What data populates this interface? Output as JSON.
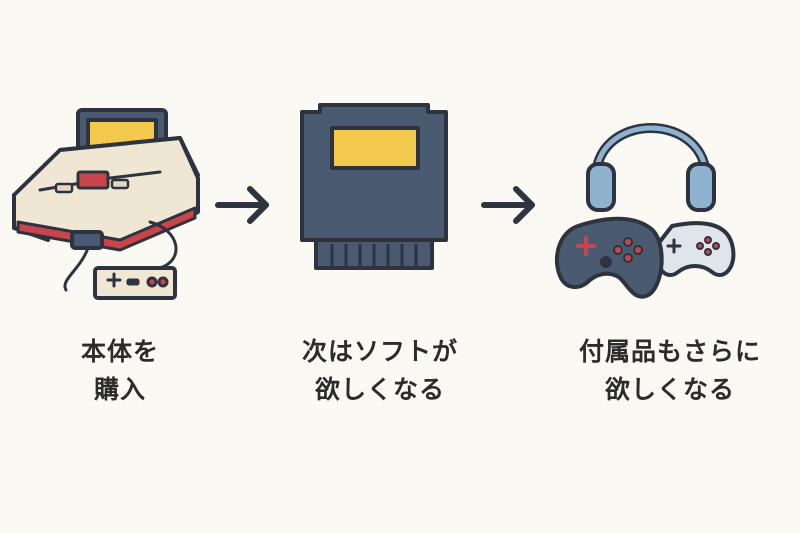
{
  "steps": [
    {
      "line1": "本体を",
      "line2": "購入",
      "icon": "game-console-icon"
    },
    {
      "line1": "次はソフトが",
      "line2": "欲しくなる",
      "icon": "game-cartridge-icon"
    },
    {
      "line1": "付属品もさらに",
      "line2": "欲しくなる",
      "icon": "accessories-icon"
    }
  ],
  "colors": {
    "background": "#fbf9f4",
    "outline": "#2d3440",
    "cream": "#efe7d3",
    "red": "#c9454a",
    "yellow": "#f2c94c",
    "navy": "#4a5a70",
    "blue": "#8fb3cf",
    "light_gray": "#dfe5ea"
  }
}
